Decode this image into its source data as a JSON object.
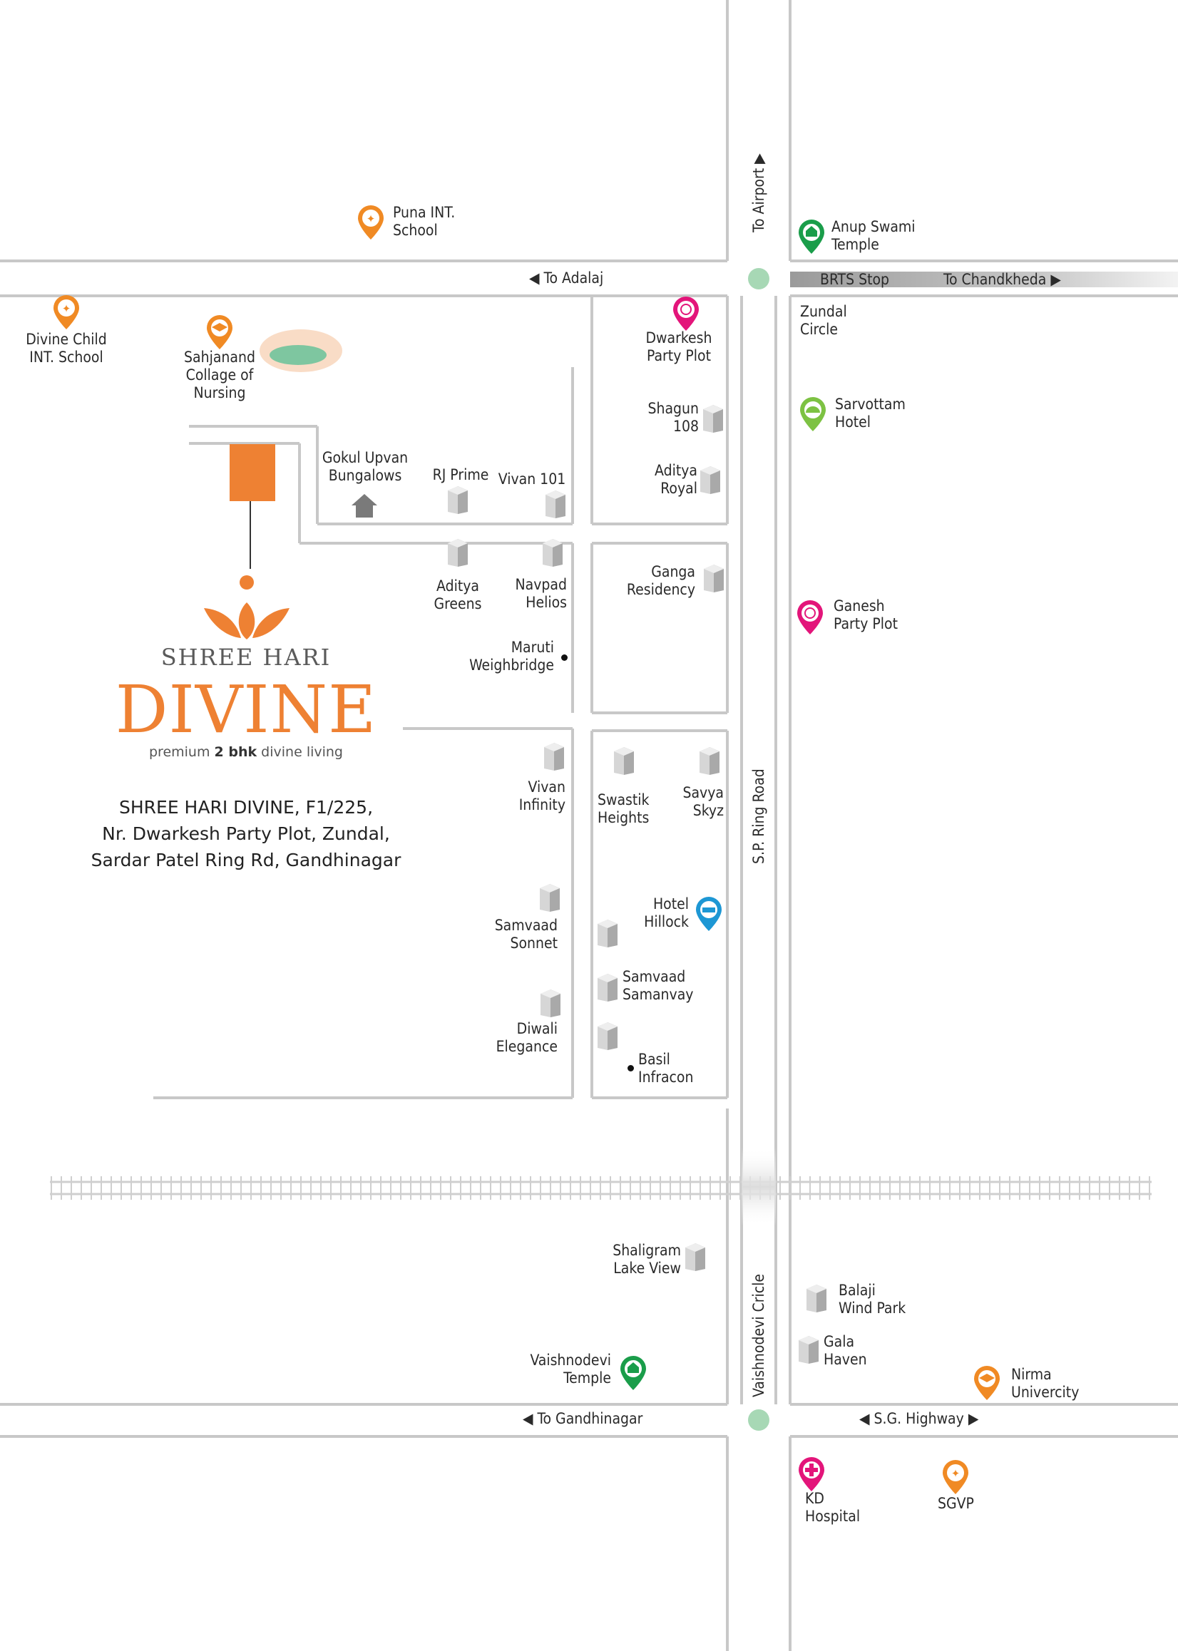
{
  "colors": {
    "road_line": "#c8c8c8",
    "brand_orange": "#ee8133",
    "circle_green": "#a7d8b5",
    "school_pin": "#f08a24",
    "temple_pin": "#1a9d4a",
    "hotel_pin": "#7dc243",
    "party_pin": "#e3157a",
    "hospital_pin": "#e3157a",
    "hotel_hillock_pin": "#1d97d4",
    "lake": "#7ec6a0",
    "lake_halo": "#f9dcc6",
    "building": "#bdbdbd"
  },
  "brand": {
    "name": "SHREE HARI",
    "logo": "DIVINE",
    "tag_prefix": "premium",
    "tag_bold": "2 bhk",
    "tag_suffix": "divine living",
    "address": "SHREE HARI DIVINE, F1/225,\nNr. Dwarkesh Party Plot, Zundal,\nSardar Patel Ring Rd, Gandhinagar"
  },
  "roads": {
    "to_adalaj": "To Adalaj",
    "brts_stop": "BRTS Stop",
    "to_chandkheda": "To Chandkheda",
    "to_airport": "To Airport",
    "sp_ring_road": "S.P. Ring Road",
    "vaishnodevi_circle": "Vaishnodevi Cricle",
    "to_gandhinagar": "To Gandhinagar",
    "sg_highway": "S.G. Highway"
  },
  "landmarks": {
    "puna_school": "Puna INT.\nSchool",
    "anup_swami": "Anup Swami\nTemple",
    "divine_child": "Divine Child\nINT. School",
    "sahjanand": "Sahjanand\nCollage of\nNursing",
    "dwarkesh": "Dwarkesh\nParty Plot",
    "zundal_circle": "Zundal\nCircle",
    "sarvottam": "Sarvottam\nHotel",
    "shagun": "Shagun\n108",
    "aditya_royal": "Aditya\nRoyal",
    "gokul": "Gokul Upvan\nBungalows",
    "rj_prime": "RJ Prime",
    "vivan_101": "Vivan 101",
    "aditya_greens": "Aditya\nGreens",
    "navpad": "Navpad\nHelios",
    "ganga": "Ganga\nResidency",
    "ganesh": "Ganesh\nParty Plot",
    "maruti": "Maruti\nWeighbridge",
    "vivan_infinity": "Vivan\nInfinity",
    "swastik": "Swastik\nHeights",
    "savya": "Savya\nSkyz",
    "hotel_hillock": "Hotel\nHillock",
    "samvaad_sonnet": "Samvaad\nSonnet",
    "samvaad_samanvay": "Samvaad\nSamanvay",
    "diwali": "Diwali\nElegance",
    "basil": "Basil\nInfracon",
    "shaligram": "Shaligram\nLake View",
    "balaji": "Balaji\nWind Park",
    "gala": "Gala\nHaven",
    "vaishnodevi_temple": "Vaishnodevi\nTemple",
    "nirma": "Nirma\nUnivercity",
    "kd_hospital": "KD\nHospital",
    "sgvp": "SGVP"
  }
}
